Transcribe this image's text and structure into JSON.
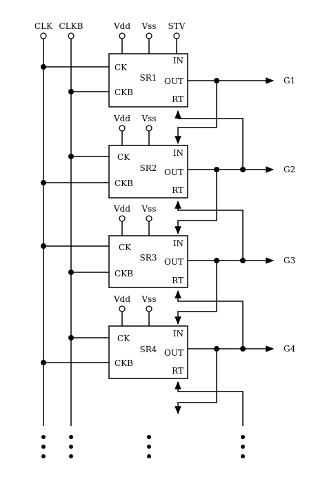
{
  "inputs": {
    "clk": "CLK",
    "clkb": "CLKB"
  },
  "stv": "STV",
  "stages": [
    {
      "name": "SR1",
      "ck": "CK",
      "ckb": "CKB",
      "in": "IN",
      "out": "OUT",
      "rt": "RT",
      "vdd": "Vdd",
      "vss": "Vss",
      "output": "G1"
    },
    {
      "name": "SR2",
      "ck": "CK",
      "ckb": "CKB",
      "in": "IN",
      "out": "OUT",
      "rt": "RT",
      "vdd": "Vdd",
      "vss": "Vss",
      "output": "G2"
    },
    {
      "name": "SR3",
      "ck": "CK",
      "ckb": "CKB",
      "in": "IN",
      "out": "OUT",
      "rt": "RT",
      "vdd": "Vdd",
      "vss": "Vss",
      "output": "G3"
    },
    {
      "name": "SR4",
      "ck": "CK",
      "ckb": "CKB",
      "in": "IN",
      "out": "OUT",
      "rt": "RT",
      "vdd": "Vdd",
      "vss": "Vss",
      "output": "G4"
    }
  ],
  "continuation": "⋮"
}
